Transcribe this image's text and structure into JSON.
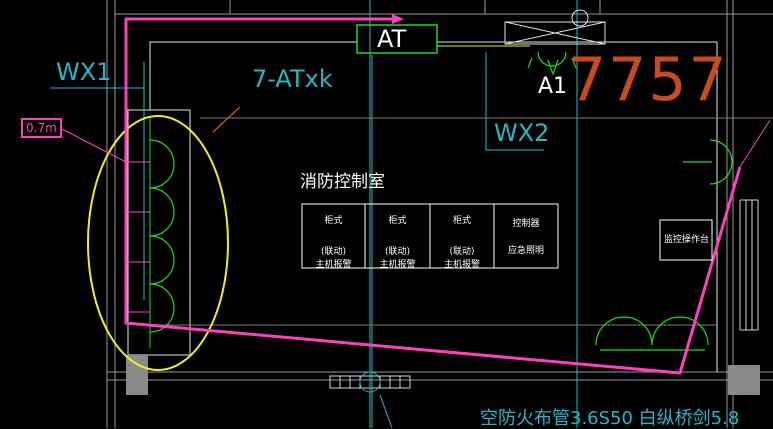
{
  "labels": {
    "wx1": "WX1",
    "wx2": "WX2",
    "atxk": "7-ATxk",
    "at_box": "AT",
    "a1": "A1",
    "dim_757": "7757",
    "height_tag": "0.7m",
    "room_title": "消防控制室",
    "monitor_desk": "监控操作台",
    "bottom_note": "空防火布管3.6S50 白纵桥剑5.8"
  },
  "cabinets": [
    {
      "type": "柜式",
      "line1": "(联动)",
      "line2": "主机报警"
    },
    {
      "type": "柜式",
      "line1": "(联动)",
      "line2": "主机报警"
    },
    {
      "type": "柜式",
      "line1": "(联动)",
      "line2": "主机报警"
    },
    {
      "type": "控制器",
      "line1": "应急照明",
      "line2": ""
    }
  ],
  "colors": {
    "background": "#000000",
    "magenta": "#ff3fc0",
    "yellow": "#f0f020",
    "green": "#18e018",
    "cyan": "#27b6c8",
    "white": "#ffffff",
    "grey": "#9a9a9a",
    "red_orange": "#c84a1e"
  }
}
